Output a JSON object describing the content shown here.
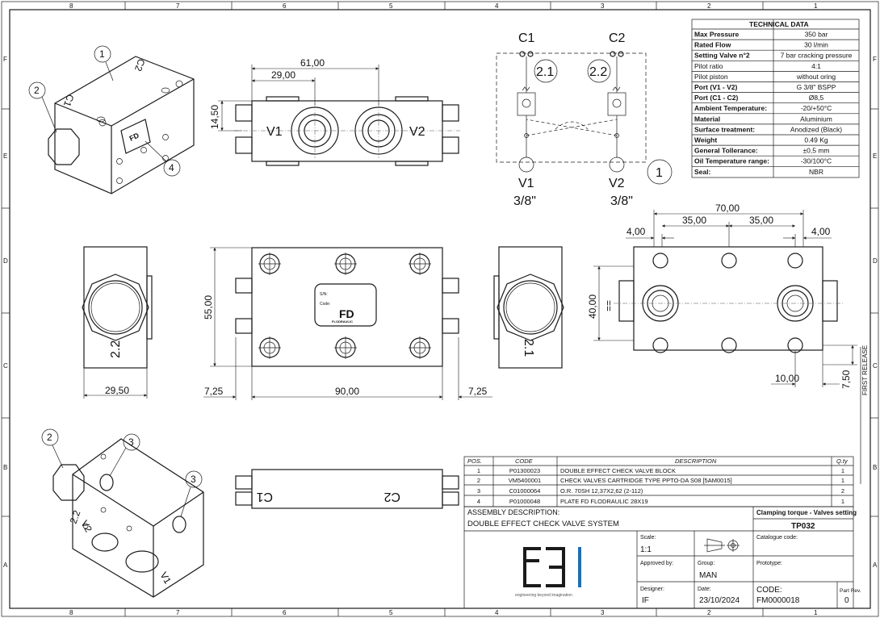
{
  "border": {
    "columns": [
      "8",
      "7",
      "6",
      "5",
      "4",
      "3",
      "2",
      "1"
    ],
    "rows": [
      "F",
      "E",
      "D",
      "C",
      "B",
      "A"
    ]
  },
  "technical_data": {
    "title": "TECHNICAL DATA",
    "rows": [
      {
        "label": "Max Pressure",
        "value": "350 bar",
        "bold": true
      },
      {
        "label": "Rated Flow",
        "value": "30 l/min",
        "bold": true
      },
      {
        "label": "Setting Valve n°2",
        "value": "7 bar cracking pressure",
        "bold": true
      },
      {
        "label": "Pilot ratio",
        "value": "4:1",
        "bold": false
      },
      {
        "label": "Pilot piston",
        "value": "without oring",
        "bold": false
      },
      {
        "label": "Port (V1 - V2)",
        "value": "G 3/8\" BSPP",
        "bold": true
      },
      {
        "label": "Port (C1 - C2)",
        "value": "Ø8,5",
        "bold": true
      },
      {
        "label": "Ambient Temperature:",
        "value": "-20/+50°C",
        "bold": true
      },
      {
        "label": "Material",
        "value": "Aluminium",
        "bold": true
      },
      {
        "label": "Surface treatment:",
        "value": "Anodized (Black)",
        "bold": true
      },
      {
        "label": "Weight",
        "value": "0.49 Kg",
        "bold": true
      },
      {
        "label": "General Tollerance:",
        "value": "±0,5 mm",
        "bold": true
      },
      {
        "label": "Oil Temperature range:",
        "value": "-30/100°C",
        "bold": true
      },
      {
        "label": "Seal:",
        "value": "NBR",
        "bold": true
      }
    ]
  },
  "schematic": {
    "c1": "C1",
    "c2": "C2",
    "v1": "V1",
    "v2": "V2",
    "v1_size": "3/8\"",
    "v2_size": "3/8\"",
    "valve1": "2.1",
    "valve2": "2.2",
    "item": "1"
  },
  "top_view": {
    "dim_61": "61,00",
    "dim_29": "29,00",
    "dim_14": "14,50",
    "v1": "V1",
    "v2": "V2"
  },
  "front_view": {
    "dim_55": "55,00",
    "dim_90": "90,00",
    "dim_725a": "7,25",
    "dim_725b": "7,25",
    "plate_text1": "S/N:",
    "plate_text2": "Code:",
    "plate_logo": "FD",
    "plate_brand": "FLODRAULIC"
  },
  "left_view": {
    "label": "2.2",
    "dim": "29,50"
  },
  "right_view": {
    "label": "2.1"
  },
  "side_view": {
    "dim_70": "70,00",
    "dim_35a": "35,00",
    "dim_35b": "35,00",
    "dim_4a": "4,00",
    "dim_4b": "4,00",
    "dim_40": "40,00",
    "dim_10": "10,00",
    "dim_750": "7,50"
  },
  "bottom_view": {
    "c1": "C1",
    "c2": "C2"
  },
  "iso_top": {
    "balloons": [
      "1",
      "2",
      "4"
    ],
    "c1": "C1",
    "c2": "C2"
  },
  "iso_bottom": {
    "balloons": [
      "2",
      "3",
      "3"
    ],
    "v1": "V1",
    "v2": "V2",
    "lbl22": "2.2"
  },
  "revision_note": "FIRST RELEASE",
  "bom": {
    "headers": {
      "pos": "POS.",
      "code": "CODE",
      "desc": "DESCRIPTION",
      "qty": "Q.ty"
    },
    "rows": [
      {
        "pos": "1",
        "code": "P01300023",
        "desc": "DOUBLE EFFECT CHECK VALVE BLOCK",
        "qty": "1"
      },
      {
        "pos": "2",
        "code": "VM5400001",
        "desc": "CHECK VALVES CARTRIDGE TYPE PPTO-DA S08 [5AM0015]",
        "qty": "1"
      },
      {
        "pos": "3",
        "code": "C01000064",
        "desc": "O.R. 70SH 12,37X2,62 (2-112)",
        "qty": "2"
      },
      {
        "pos": "4",
        "code": "P01000048",
        "desc": "PLATE FD FLODRAULIC 28X19",
        "qty": "1"
      }
    ]
  },
  "title_block": {
    "assembly_label": "ASSEMBLY DESCRIPTION:",
    "assembly_value": "DOUBLE EFFECT CHECK VALVE SYSTEM",
    "clamping": "Clamping torque - Valves setting",
    "drawing_no": "TP032",
    "logo_tagline": "engineering beyond imagination",
    "scale_label": "Scale:",
    "scale_value": "1:1",
    "catalogue_label": "Catalogue code:",
    "approved_label": "Approved by:",
    "group_label": "Group:",
    "group_value": "MAN",
    "prototype_label": "Prototype:",
    "designer_label": "Designer:",
    "designer_value": "IF",
    "date_label": "Date:",
    "date_value": "23/10/2024",
    "code_label": "CODE:",
    "code_value": "FM0000018",
    "rev_label": "Part Rev.",
    "rev_value": "0"
  }
}
